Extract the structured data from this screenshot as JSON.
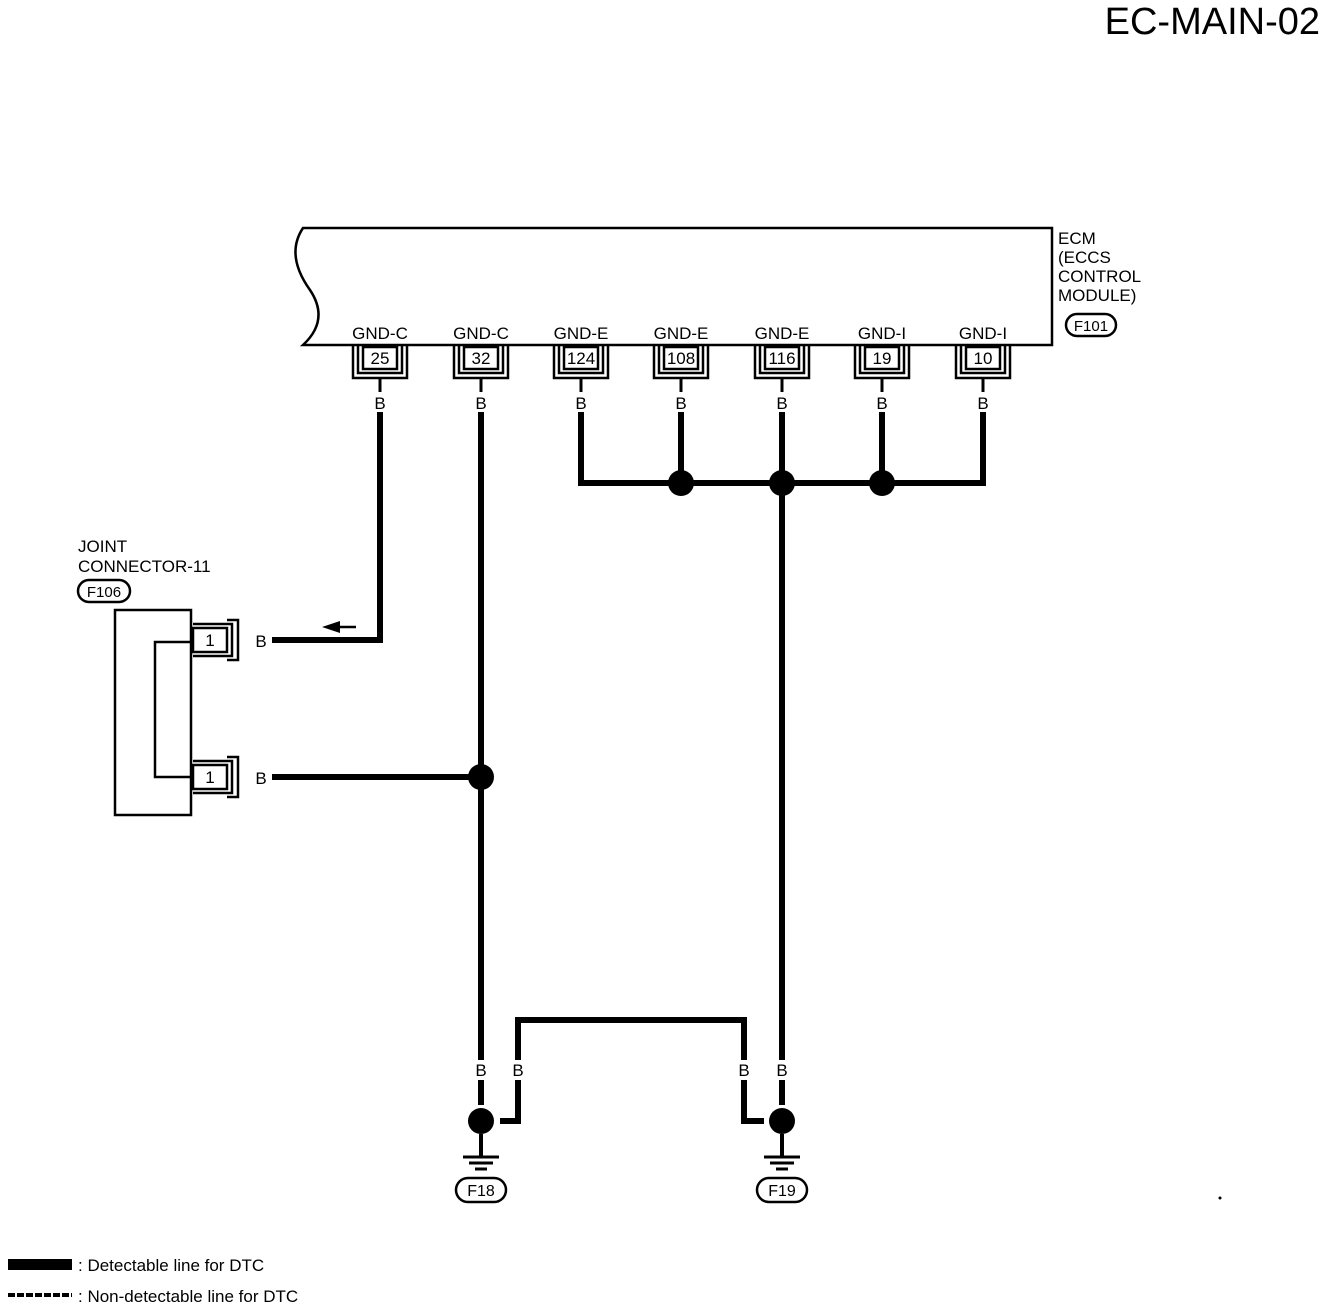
{
  "title": "EC-MAIN-02",
  "ecm": {
    "label_lines": [
      "ECM",
      "(ECCS",
      "CONTROL",
      "MODULE)"
    ],
    "connector": "F101",
    "terminals": [
      {
        "signal": "GND-C",
        "pin": "25",
        "wire": "B"
      },
      {
        "signal": "GND-C",
        "pin": "32",
        "wire": "B"
      },
      {
        "signal": "GND-E",
        "pin": "124",
        "wire": "B"
      },
      {
        "signal": "GND-E",
        "pin": "108",
        "wire": "B"
      },
      {
        "signal": "GND-E",
        "pin": "116",
        "wire": "B"
      },
      {
        "signal": "GND-I",
        "pin": "19",
        "wire": "B"
      },
      {
        "signal": "GND-I",
        "pin": "10",
        "wire": "B"
      }
    ]
  },
  "joint_connector": {
    "label_lines": [
      "JOINT",
      "CONNECTOR-11"
    ],
    "connector": "F106",
    "pins": [
      {
        "pin": "1",
        "wire": "B"
      },
      {
        "pin": "1",
        "wire": "B"
      }
    ]
  },
  "grounds": [
    {
      "id": "F18",
      "wire_labels": [
        "B",
        "B"
      ]
    },
    {
      "id": "F19",
      "wire_labels": [
        "B",
        "B"
      ]
    }
  ],
  "legend": [
    {
      "text": ": Detectable line for DTC",
      "style": "detectable"
    },
    {
      "text": ": Non-detectable line for DTC",
      "style": "non-detectable"
    }
  ]
}
